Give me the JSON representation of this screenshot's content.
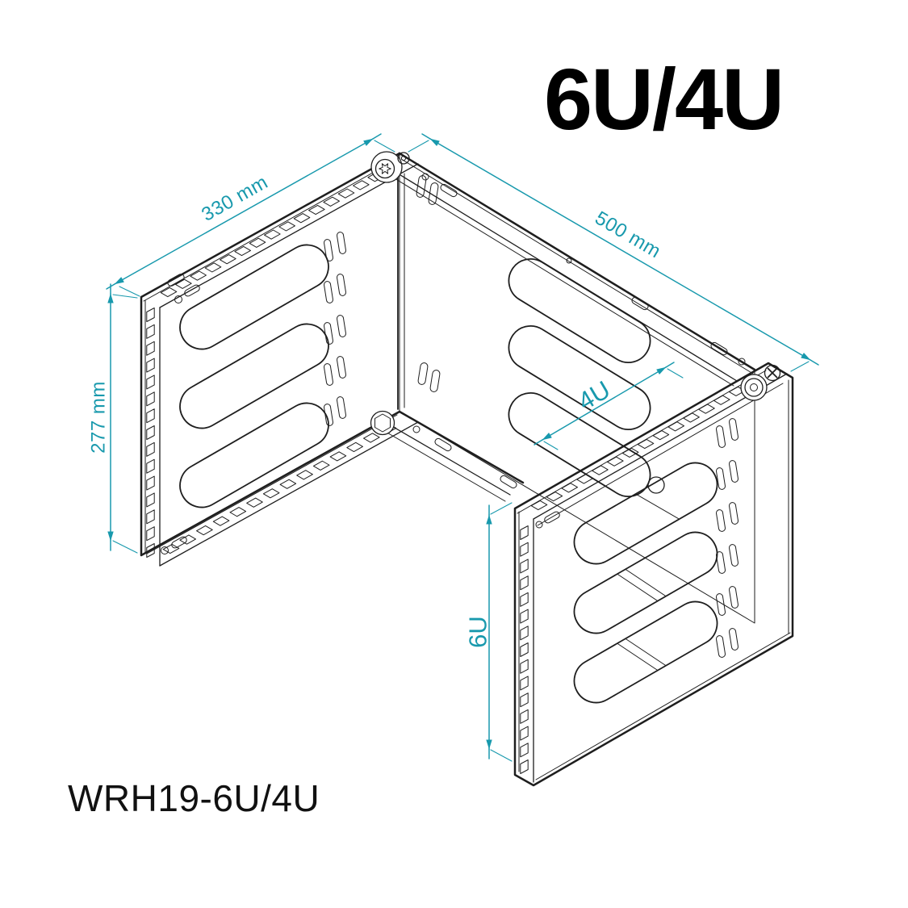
{
  "title": "6U/4U",
  "model": "WRH19-6U/4U",
  "dimensions": {
    "depth": "330 mm",
    "width": "500 mm",
    "height": "277 mm",
    "lower_width": "4U",
    "lower_height": "6U"
  },
  "colors": {
    "line": "#1e1e1e",
    "dimension": "#1899AD",
    "text": "#000000",
    "background": "#ffffff"
  }
}
